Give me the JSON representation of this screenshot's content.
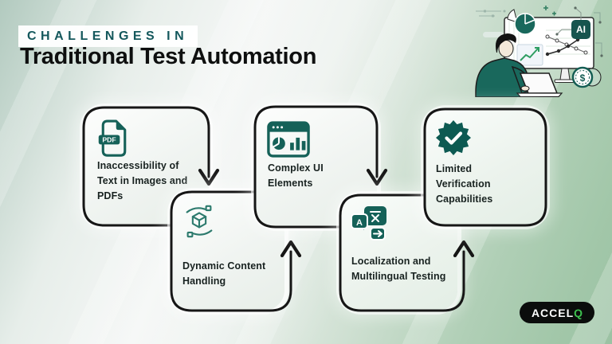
{
  "header": {
    "eyebrow": "CHALLENGES IN",
    "title": "Traditional Test Automation"
  },
  "cards": [
    {
      "label": "Inaccessibility of Text in Images and PDFs",
      "icon": "pdf-file-icon",
      "icon_badge": "PDF"
    },
    {
      "label": "Dynamic Content Handling",
      "icon": "hands-holding-box-icon"
    },
    {
      "label": "Complex UI Elements",
      "icon": "dashboard-window-icon"
    },
    {
      "label": "Localization and Multilingual Testing",
      "icon": "translation-icon",
      "icon_letter": "A"
    },
    {
      "label": "Limited Verification Capabilities",
      "icon": "verified-seal-icon"
    }
  ],
  "flow": {
    "connectors": [
      "down-arrow",
      "up-arrow",
      "down-arrow",
      "up-arrow"
    ]
  },
  "illustration": {
    "ai_badge": "AI",
    "dollar_sign": "$",
    "elements": [
      "person-at-laptop",
      "monitor-with-charts",
      "pie-chart",
      "ai-badge",
      "dollar-coins",
      "circuit-lines"
    ]
  },
  "logo": {
    "text": "ACCEL",
    "accent": "Q"
  },
  "colors": {
    "teal": "#156158",
    "dark_teal": "#17544e",
    "ink": "#161616",
    "eyebrow_teal": "#14585c",
    "logo_green": "#3ec24f",
    "bg_green": "#a2c7a9",
    "card_bg": "#f0f4f1"
  }
}
